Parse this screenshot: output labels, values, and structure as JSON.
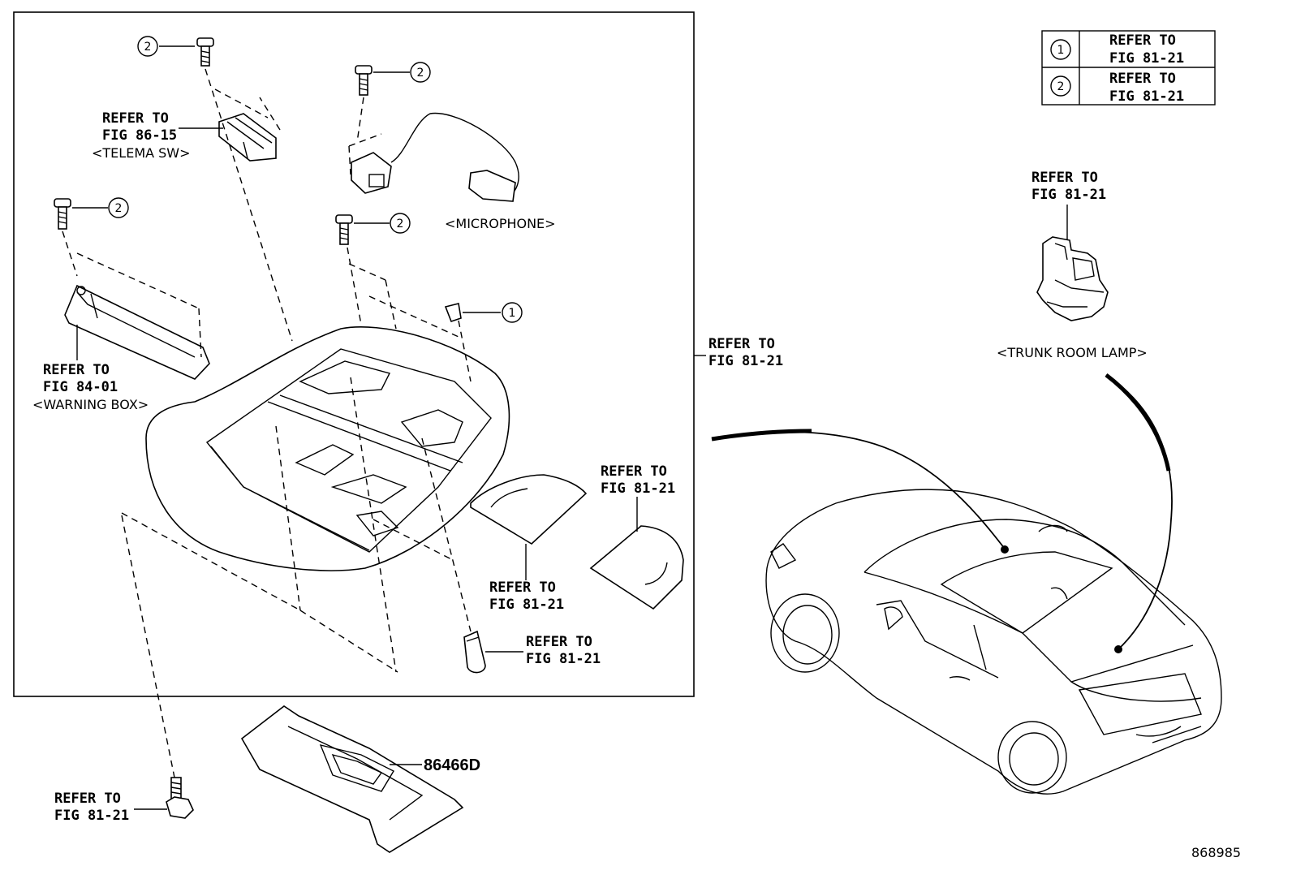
{
  "labels": {
    "telema_refer": "REFER TO",
    "telema_fig": "FIG 86-15",
    "telema_name": "<TELEMA SW>",
    "microphone_name": "<MICROPHONE>",
    "warning_refer": "REFER TO",
    "warning_fig": "FIG 84-01",
    "warning_name": "<WARNING BOX>",
    "frame_refer": "REFER TO",
    "frame_fig": "FIG 81-21",
    "lens_right_refer": "REFER TO",
    "lens_right_fig": "FIG 81-21",
    "lens_mid_refer": "REFER TO",
    "lens_mid_fig": "FIG 81-21",
    "bulb_refer": "REFER TO",
    "bulb_fig": "FIG 81-21",
    "bolt_refer": "REFER TO",
    "bolt_fig": "FIG 81-21",
    "part_number": "86466D",
    "trunk_refer": "REFER TO",
    "trunk_fig": "FIG 81-21",
    "trunk_name": "<TRUNK ROOM LAMP>",
    "drawing_id": "868985"
  },
  "callouts": {
    "c1": "1",
    "c2": "2"
  },
  "legend": {
    "rows": [
      {
        "num": "1",
        "refer": "REFER TO",
        "fig": "FIG 81-21"
      },
      {
        "num": "2",
        "refer": "REFER TO",
        "fig": "FIG 81-21"
      }
    ]
  }
}
